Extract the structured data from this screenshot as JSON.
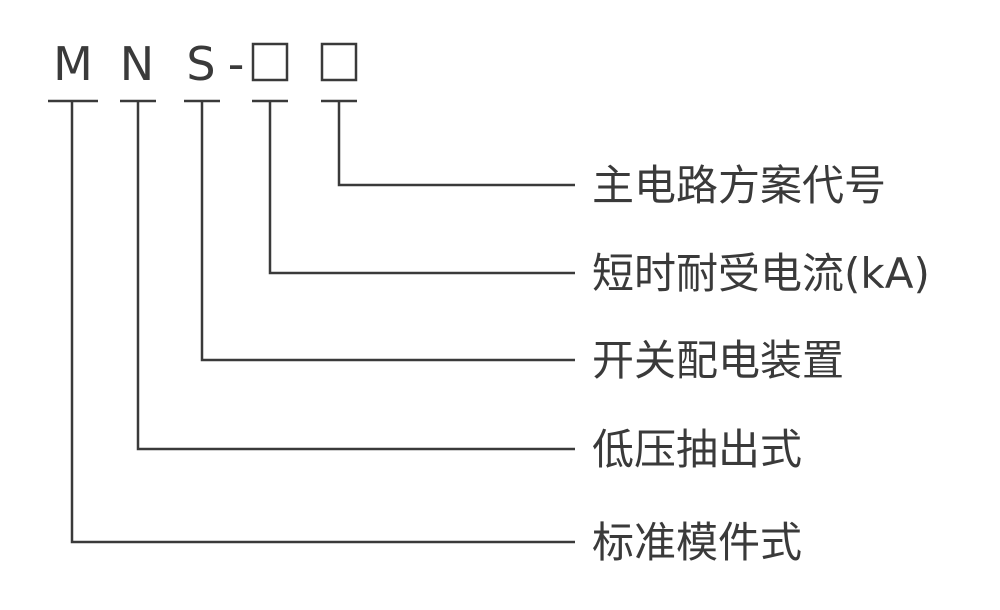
{
  "model_code": {
    "letters": [
      "M",
      "N",
      "S"
    ],
    "dash": "-",
    "placeholder_count": 2
  },
  "labels": [
    "主电路方案代号",
    "短时耐受电流(kA)",
    "开关配电装置",
    "低压抽出式",
    "标准模件式"
  ],
  "colors": {
    "ink": "#3a3a3a",
    "background": "#ffffff"
  }
}
